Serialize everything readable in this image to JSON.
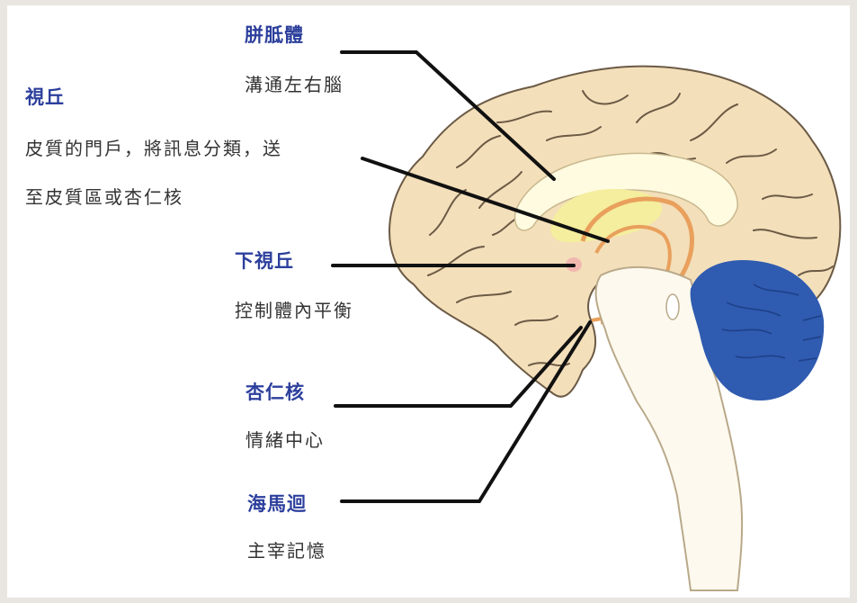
{
  "colors": {
    "title": "#2c3f9c",
    "description": "#333333",
    "cortex": "#f3dfba",
    "cortex_outline": "#6b5a45",
    "corpus_callosum": "#fffbe0",
    "thalamus": "#f4ee9e",
    "limbic": "#e9a05c",
    "hypothalamus": "#f2b8b0",
    "brainstem": "#fdf9ee",
    "cerebellum": "#2f5bb0",
    "leader_line": "#111111"
  },
  "labels": [
    {
      "id": "corpus_callosum",
      "title": "胼胝體",
      "desc": [
        "溝通左右腦"
      ]
    },
    {
      "id": "thalamus",
      "title": "視丘",
      "desc": [
        "皮質的門戶，將訊息分類，送",
        "至皮質區或杏仁核"
      ]
    },
    {
      "id": "hypothalamus",
      "title": "下視丘",
      "desc": [
        "控制體內平衡"
      ]
    },
    {
      "id": "amygdala",
      "title": "杏仁核",
      "desc": [
        "情緒中心"
      ]
    },
    {
      "id": "hippocampus",
      "title": "海馬迴",
      "desc": [
        "主宰記憶"
      ]
    }
  ]
}
